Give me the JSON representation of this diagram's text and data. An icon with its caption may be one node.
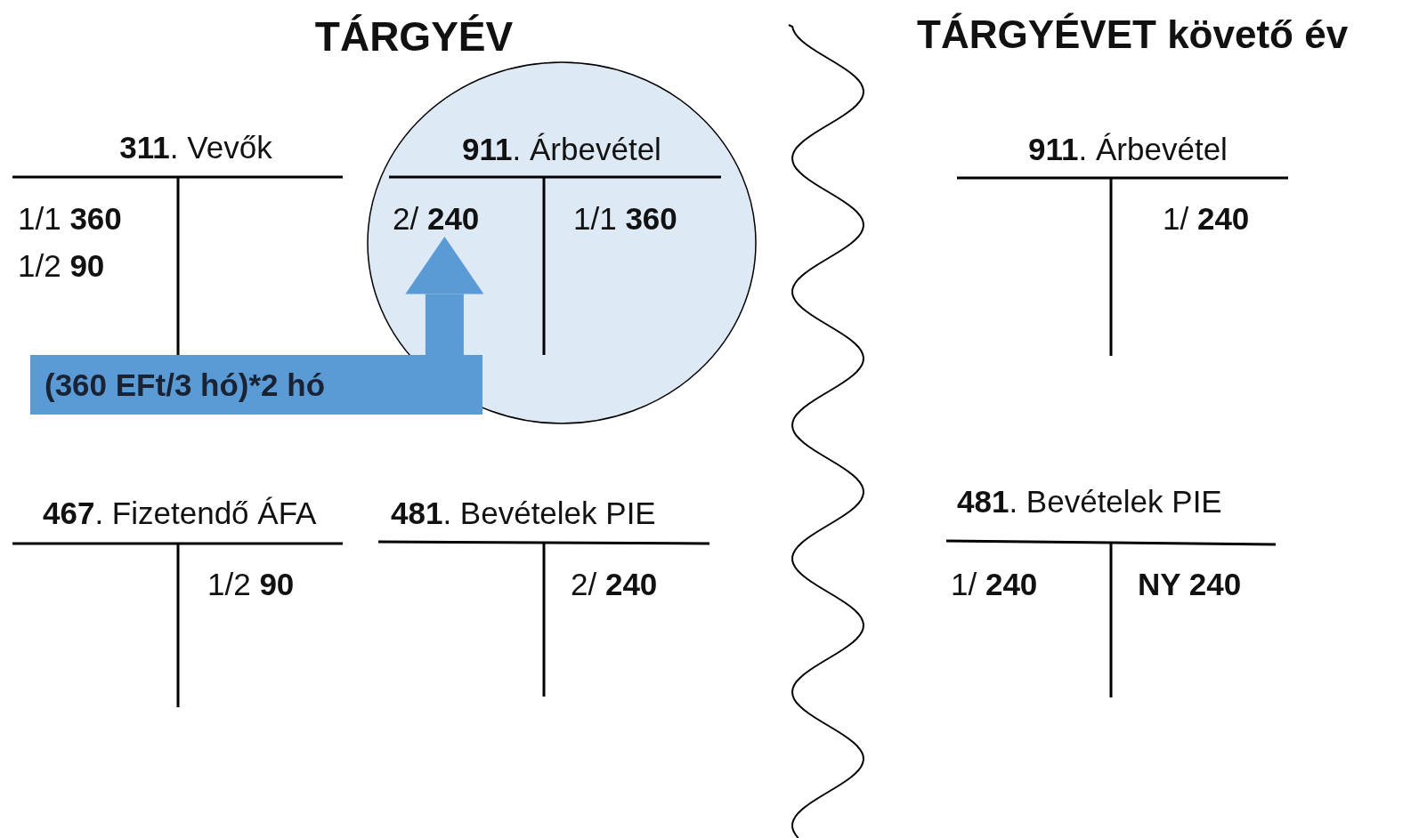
{
  "diagram": {
    "nodes": [
      {
        "text": [
          "**911**. Árbevétel",
          "1/1 **360**"
        ]
      },
      {
        "text": [
          "2/ **240**"
        ],
        "in": 0
      },
      {
        "text": [
          "(360 EFt/3 hó)*2 hó"
        ]
      }
    ],
    "edges": [
      {
        "from": 2,
        "to": 1,
        "arrow": "to"
      }
    ],
    "labels": [
      "TÁRGYÉV",
      "TÁRGYÉVET követő év",
      "**311**. Vevők",
      "1/1 **360**",
      "1/2 **90**",
      "**911**. Árbevétel",
      "1/ **240**",
      "**467**. Fizetendő ÁFA",
      "1/2 **90**",
      "**481**. Bevételek PIE",
      "2/ **240**",
      "**481**. Bevételek PIE",
      "1/ **240**",
      "NY 240"
    ]
  }
}
